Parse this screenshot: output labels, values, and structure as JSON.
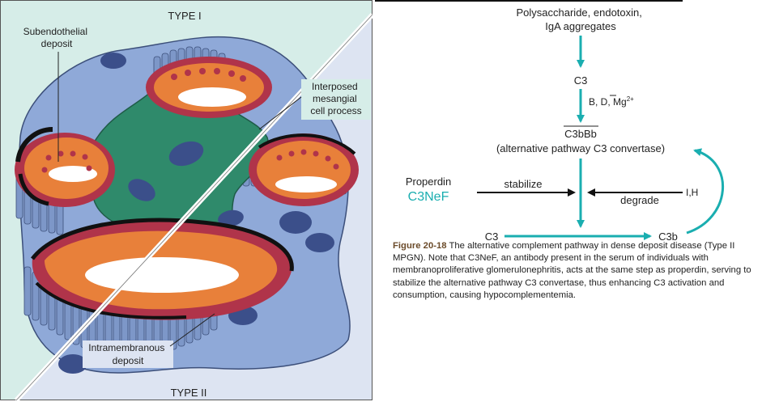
{
  "illustration": {
    "type1_label": "TYPE I",
    "type2_label": "TYPE II",
    "subendothelial_line1": "Subendothelial",
    "subendothelial_line2": "deposit",
    "mesangial_line1": "Interposed",
    "mesangial_line2": "mesangial",
    "mesangial_line3": "cell process",
    "intramembranous_line1": "Intramembranous",
    "intramembranous_line2": "deposit"
  },
  "pathway": {
    "activators_line1": "Polysaccharide, endotoxin,",
    "activators_line2": "IgA aggregates",
    "c3_top": "C3",
    "factors": "B, D, Mg",
    "factors_sup": "2+",
    "convertase": "C3bBb",
    "convertase_desc": "(alternative pathway C3 convertase)",
    "properdin": "Properdin",
    "c3nef": "C3NeF",
    "stabilize": "stabilize",
    "degrade": "degrade",
    "inhibitors": "I,H",
    "c3_bottom": "C3",
    "c3b": "C3b"
  },
  "caption": {
    "figure_number": "Figure 20-18",
    "text": " The alternative complement pathway in dense deposit disease (Type II MPGN). Note that C3NeF, an antibody present in the serum of individuals with membranoproliferative glomerulonephritis, acts at the same step as properdin, serving to stabilize the alternative pathway C3 convertase, thus enhancing C3 activation and consumption, causing hypocomplementemia."
  },
  "colors": {
    "teal": "#1aaeb0",
    "type1_bg": "#d6ede8",
    "type2_bg": "#dde4f2",
    "membrane": "#b0344a",
    "mesangium": "#2f8a6b",
    "lumen": "#e8803a",
    "podocyte": "#8fa9d8",
    "deposit": "#111111"
  }
}
